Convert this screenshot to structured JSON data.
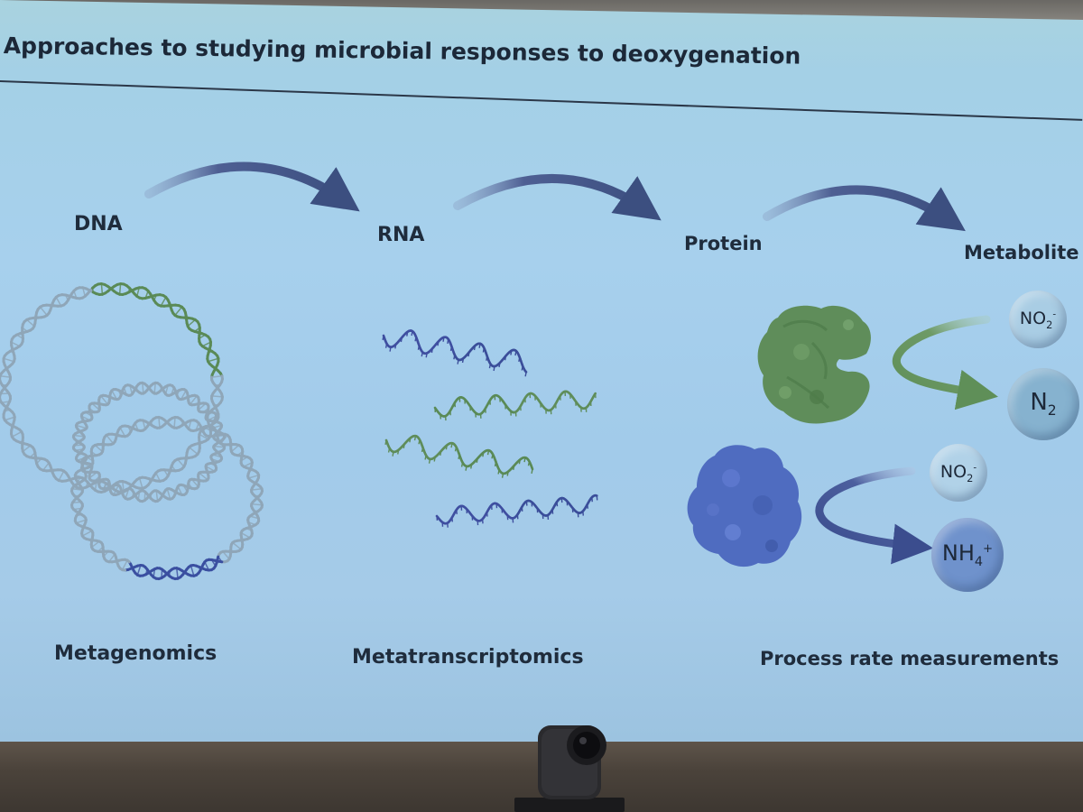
{
  "slide": {
    "title": "Approaches to studying microbial responses to deoxygenation",
    "stages": {
      "dna": "DNA",
      "rna": "RNA",
      "protein": "Protein",
      "metabolite": "Metabolite"
    },
    "approaches": {
      "metagenomics": "Metagenomics",
      "metatranscriptomics": "Metatranscriptomics",
      "process_rates": "Process rate measurements"
    },
    "molecules": {
      "nitrite_1": {
        "base": "NO",
        "sub": "2",
        "sup": "-"
      },
      "dinitrogen": {
        "base": "N",
        "sub": "2",
        "sup": ""
      },
      "nitrite_2": {
        "base": "NO",
        "sub": "2",
        "sup": "-"
      },
      "ammonium": {
        "base": "NH",
        "sub": "4",
        "sup": "+"
      }
    }
  },
  "colors": {
    "slide_background": "#a5cfe9",
    "arrow": "#3c4f80",
    "dna_gray": "#8fa6b8",
    "green_accent": "#5a8a56",
    "blue_accent": "#3a4fa0",
    "green_protein": "#62905e",
    "blue_protein": "#4a6ac0",
    "molecule_circle": "#9ec4de"
  }
}
